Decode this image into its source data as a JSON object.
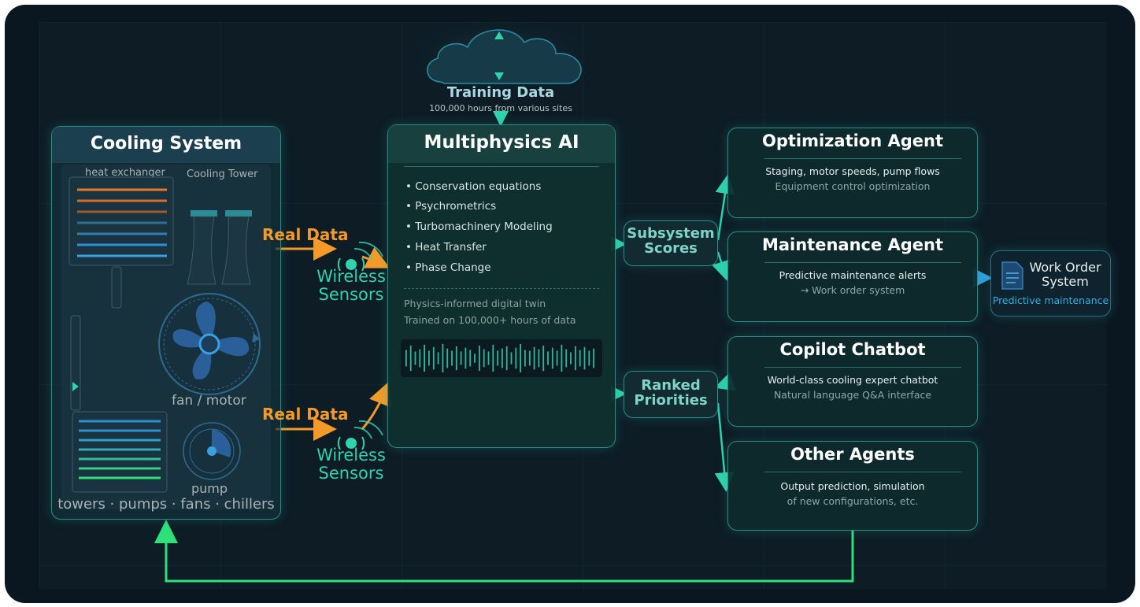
{
  "training": {
    "title": "Training Data",
    "subtitle": "100,000 hours from various sites"
  },
  "cooling": {
    "title": "Cooling System",
    "heat_exchanger": "heat exchanger",
    "cooling_tower": "Cooling Tower",
    "fan_motor": "fan / motor",
    "pump": "pump",
    "footer": "towers · pumps · fans · chillers"
  },
  "inputs": [
    {
      "real_data": "Real Data",
      "sensor_line1": "Wireless",
      "sensor_line2": "Sensors"
    },
    {
      "real_data": "Real Data",
      "sensor_line1": "Wireless",
      "sensor_line2": "Sensors"
    }
  ],
  "ai": {
    "title": "Multiphysics AI",
    "bullets": [
      "• Conservation equations",
      "• Psychrometrics",
      "• Turbomachinery Modeling",
      "• Heat Transfer",
      "• Phase Change"
    ],
    "note1": "Physics-informed digital twin",
    "note2": "Trained on 100,000+ hours of data",
    "waveform_levels": [
      0.55,
      0.85,
      0.45,
      0.6,
      0.9,
      0.5,
      0.75,
      0.4,
      0.95,
      0.65,
      0.5,
      0.8,
      0.45,
      0.7,
      0.55,
      0.3,
      0.85,
      0.6,
      0.45,
      0.9,
      0.5,
      0.65,
      0.8,
      0.4,
      0.7,
      0.95,
      0.55,
      0.5,
      0.75,
      0.6,
      0.85,
      0.45,
      0.7,
      0.5,
      0.9,
      0.6,
      0.4,
      0.8,
      0.55,
      0.75,
      0.5,
      0.65
    ]
  },
  "subsystem": {
    "line1": "Subsystem",
    "line2": "Scores"
  },
  "ranked": {
    "line1": "Ranked",
    "line2": "Priorities"
  },
  "agents": [
    {
      "title": "Optimization Agent",
      "line1": "Staging, motor speeds, pump flows",
      "line2": "Equipment control optimization"
    },
    {
      "title": "Maintenance Agent",
      "line1": "Predictive maintenance alerts",
      "line2": "→ Work order system"
    },
    {
      "title": "Copilot Chatbot",
      "line1": "World-class cooling expert chatbot",
      "line2": "Natural language Q&A interface"
    },
    {
      "title": "Other Agents",
      "line1": "Output prediction, simulation",
      "line2": "of new configurations, etc."
    }
  ],
  "work_order": {
    "line1": "Work Order",
    "line2": "System",
    "line3": "Predictive maintenance"
  },
  "colors": {
    "teal": "#2fd3ae",
    "orange": "#f39a2a",
    "feedback_green": "#2ee07a",
    "blue_arrow": "#2f9ee0"
  },
  "icons": [
    "cloud-icon",
    "wireless-icon",
    "fan-icon",
    "pump-icon",
    "document-icon"
  ]
}
